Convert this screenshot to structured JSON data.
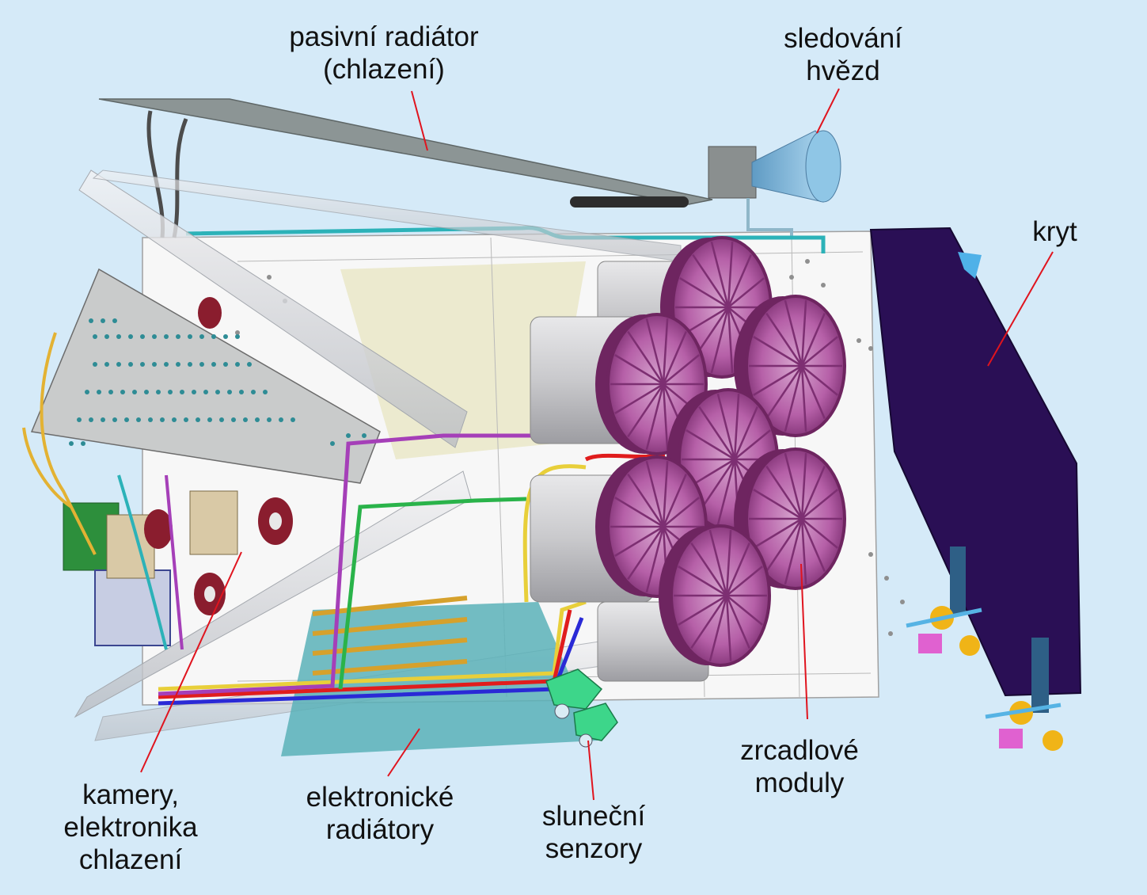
{
  "labels": {
    "passive_radiator": "pasivní radiátor\n(chlazení)",
    "star_tracker": "sledování\nhvězd",
    "cover": "kryt",
    "mirror_modules": "zrcadlové\nmoduly",
    "sun_sensors": "sluneční\nsenzory",
    "electronic_radiators": "elektronické\nradiátory",
    "cameras": "kamery,\nelektronika\nchlazení"
  },
  "colors": {
    "background": "#d5eaf8",
    "cover": "#2a0f55",
    "mirror_module": "#a8479b",
    "mirror_ring": "#6e2560",
    "leader_line": "#e0141e",
    "radiator_plate": "#8c9595",
    "electronic_radiator": "#5bb1b8",
    "star_tracker": "#8fc6e6"
  }
}
